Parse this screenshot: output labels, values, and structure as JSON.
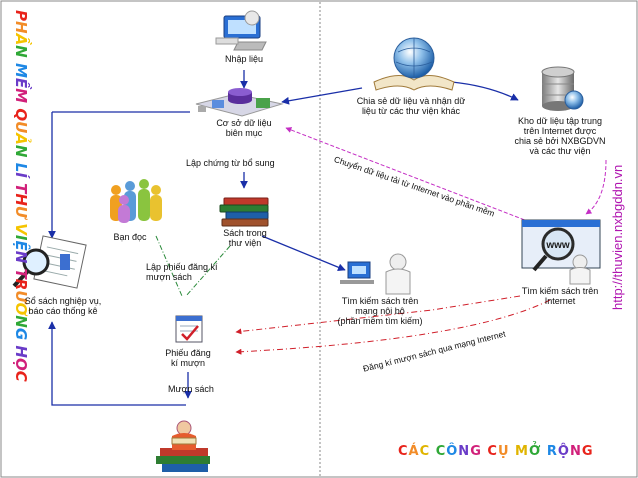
{
  "side_title": "PHẦN MỀM QUẢN LÍ THƯ VIỆN TRƯỜNG HỌC",
  "side_title_colors": [
    "#e8231b",
    "#f28c28",
    "#f5c400",
    "#2fa836",
    "#1e88e5",
    "#6a3cc8",
    "#d1207a"
  ],
  "url_text": "http://thuvien.nxbgddn.vn",
  "footer_text": "CÁC CÔNG CỤ MỞ RỘNG",
  "footer_colors": [
    "#e8231b",
    "#f28c28",
    "#e0b400",
    "#2fa836",
    "#1e88e5",
    "#6a3cc8",
    "#d1207a"
  ],
  "nodes": {
    "data_entry": "Nhập liệu",
    "catalog_db": [
      "Cơ sở dữ liệu",
      "biên mục"
    ],
    "share": [
      "Chia sẻ dữ liệu và nhận dữ",
      "liệu từ các  thư viện khác"
    ],
    "central_repo": [
      "Kho dữ liệu tập trung",
      "trên Internet  được",
      "chia sẻ bởi NXBGDVN",
      "và các thư viện"
    ],
    "readers": "Bạn đọc",
    "books": [
      "Sách trong",
      "thư viện"
    ],
    "ledger": [
      "Sổ sách nghiệp vụ,",
      "báo cáo thống kê"
    ],
    "local_search": [
      "Tìm kiếm sách trên",
      "mạng nội bộ",
      "(phần mềm tìm kiếm)"
    ],
    "internet_search": [
      "Tìm kiếm sách trên",
      "Internet"
    ],
    "borrow_slip": [
      "Phiếu đăng",
      "kí mượn"
    ]
  },
  "edges": {
    "supplement": "Lập chứng từ bổ sung",
    "register_form": [
      "Lập phiếu đăng kí",
      "mượn sách"
    ],
    "borrow": "Mượn sách",
    "download": "Chuyển dữ liệu tải từ Internet vào phần mềm",
    "online_register": "Đăng kí mượn sách qua mạng Internet"
  }
}
